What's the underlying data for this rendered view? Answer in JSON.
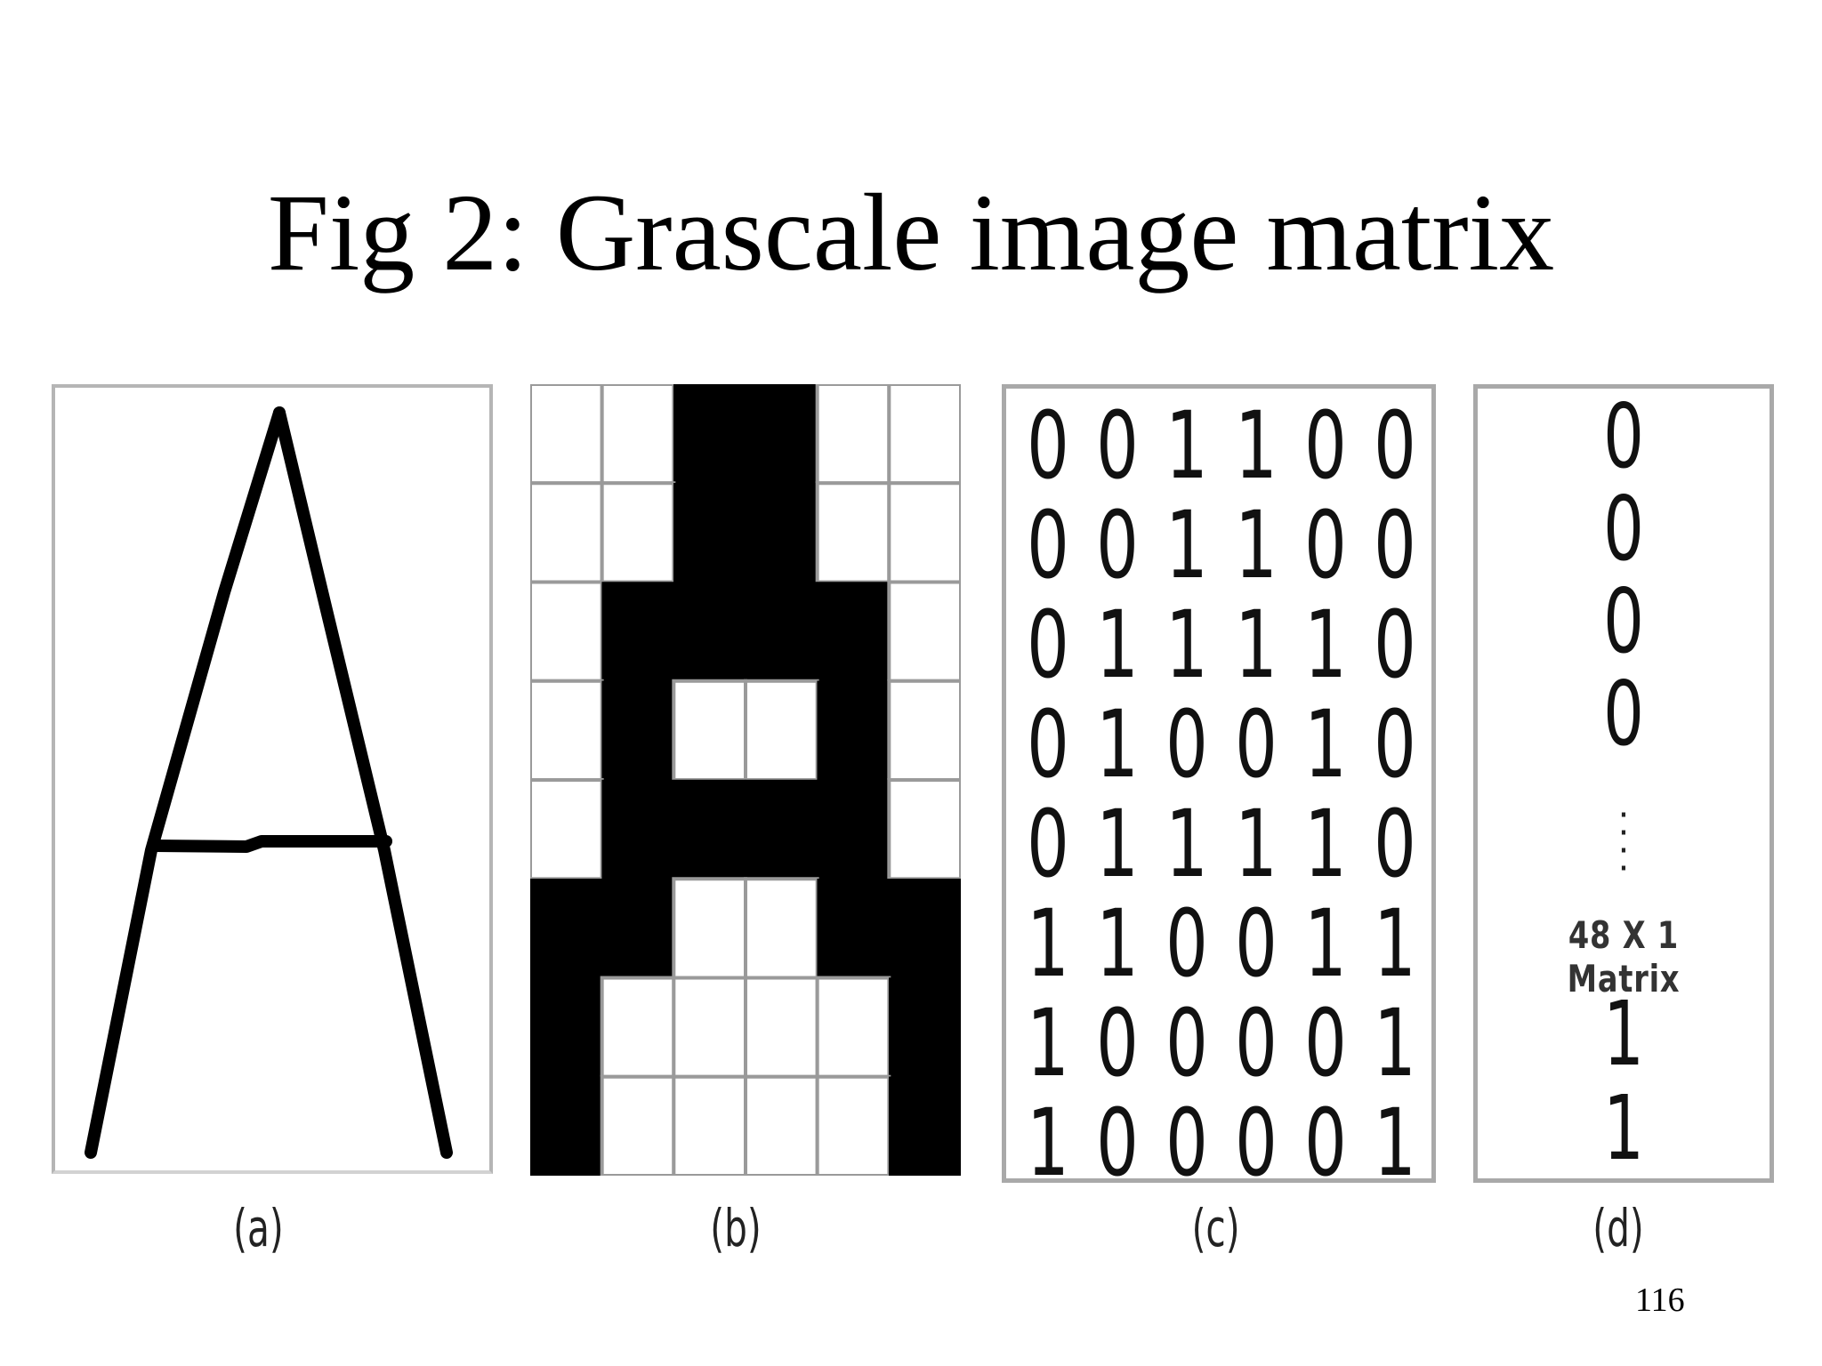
{
  "title": "Fig 2: Grascale image matrix",
  "page_number": "116",
  "captions": {
    "a": "(a)",
    "b": "(b)",
    "c": "(c)",
    "d": "(d)"
  },
  "binary_matrix": [
    [
      0,
      0,
      1,
      1,
      0,
      0
    ],
    [
      0,
      0,
      1,
      1,
      0,
      0
    ],
    [
      0,
      1,
      1,
      1,
      1,
      0
    ],
    [
      0,
      1,
      0,
      0,
      1,
      0
    ],
    [
      0,
      1,
      1,
      1,
      1,
      0
    ],
    [
      1,
      1,
      0,
      0,
      1,
      1
    ],
    [
      1,
      0,
      0,
      0,
      0,
      1
    ],
    [
      1,
      0,
      0,
      0,
      0,
      1
    ]
  ],
  "vector": {
    "top_values": [
      "0",
      "0",
      "0",
      "0"
    ],
    "label": "48 X 1 Matrix",
    "bottom_values": [
      "1",
      "1"
    ]
  },
  "colors": {
    "on": "#000000",
    "off": "#ffffff",
    "grid": "#9a9a9a"
  }
}
